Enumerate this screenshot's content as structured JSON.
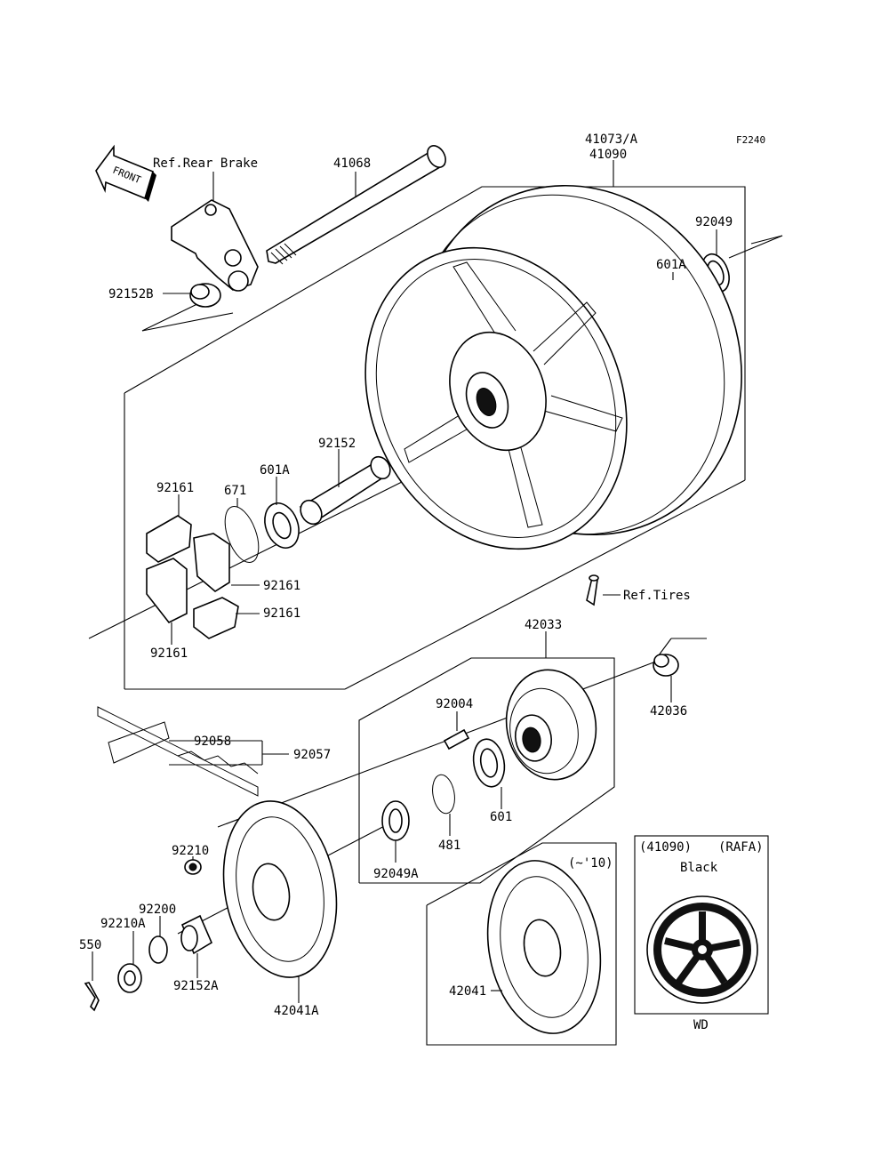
{
  "figure_code": "F2240",
  "front_arrow": "FRONT",
  "labels": {
    "ref_rear_brake": "Ref.Rear Brake",
    "p41068": "41068",
    "p41073a": "41073/A",
    "p41090": "41090",
    "p92049": "92049",
    "p601a_top": "601A",
    "p92152b": "92152B",
    "p92152": "92152",
    "p601a_mid": "601A",
    "p671": "671",
    "p92161_a": "92161",
    "p92161_b": "92161",
    "p92161_c": "92161",
    "p92161_d": "92161",
    "ref_tires": "Ref.Tires",
    "p42033": "42033",
    "p42036": "42036",
    "p92004": "92004",
    "p92058": "92058",
    "p92057": "92057",
    "p601": "601",
    "p481": "481",
    "p92049a": "92049A",
    "p92210": "92210",
    "p92200": "92200",
    "p92210a": "92210A",
    "p550": "550",
    "p92152a": "92152A",
    "p42041a": "42041A",
    "p42041": "42041",
    "version_note": "(~'10)"
  },
  "inset": {
    "part_ref": "(41090)",
    "code": "(RAFA)",
    "color": "Black",
    "wheel_code": "WD"
  }
}
